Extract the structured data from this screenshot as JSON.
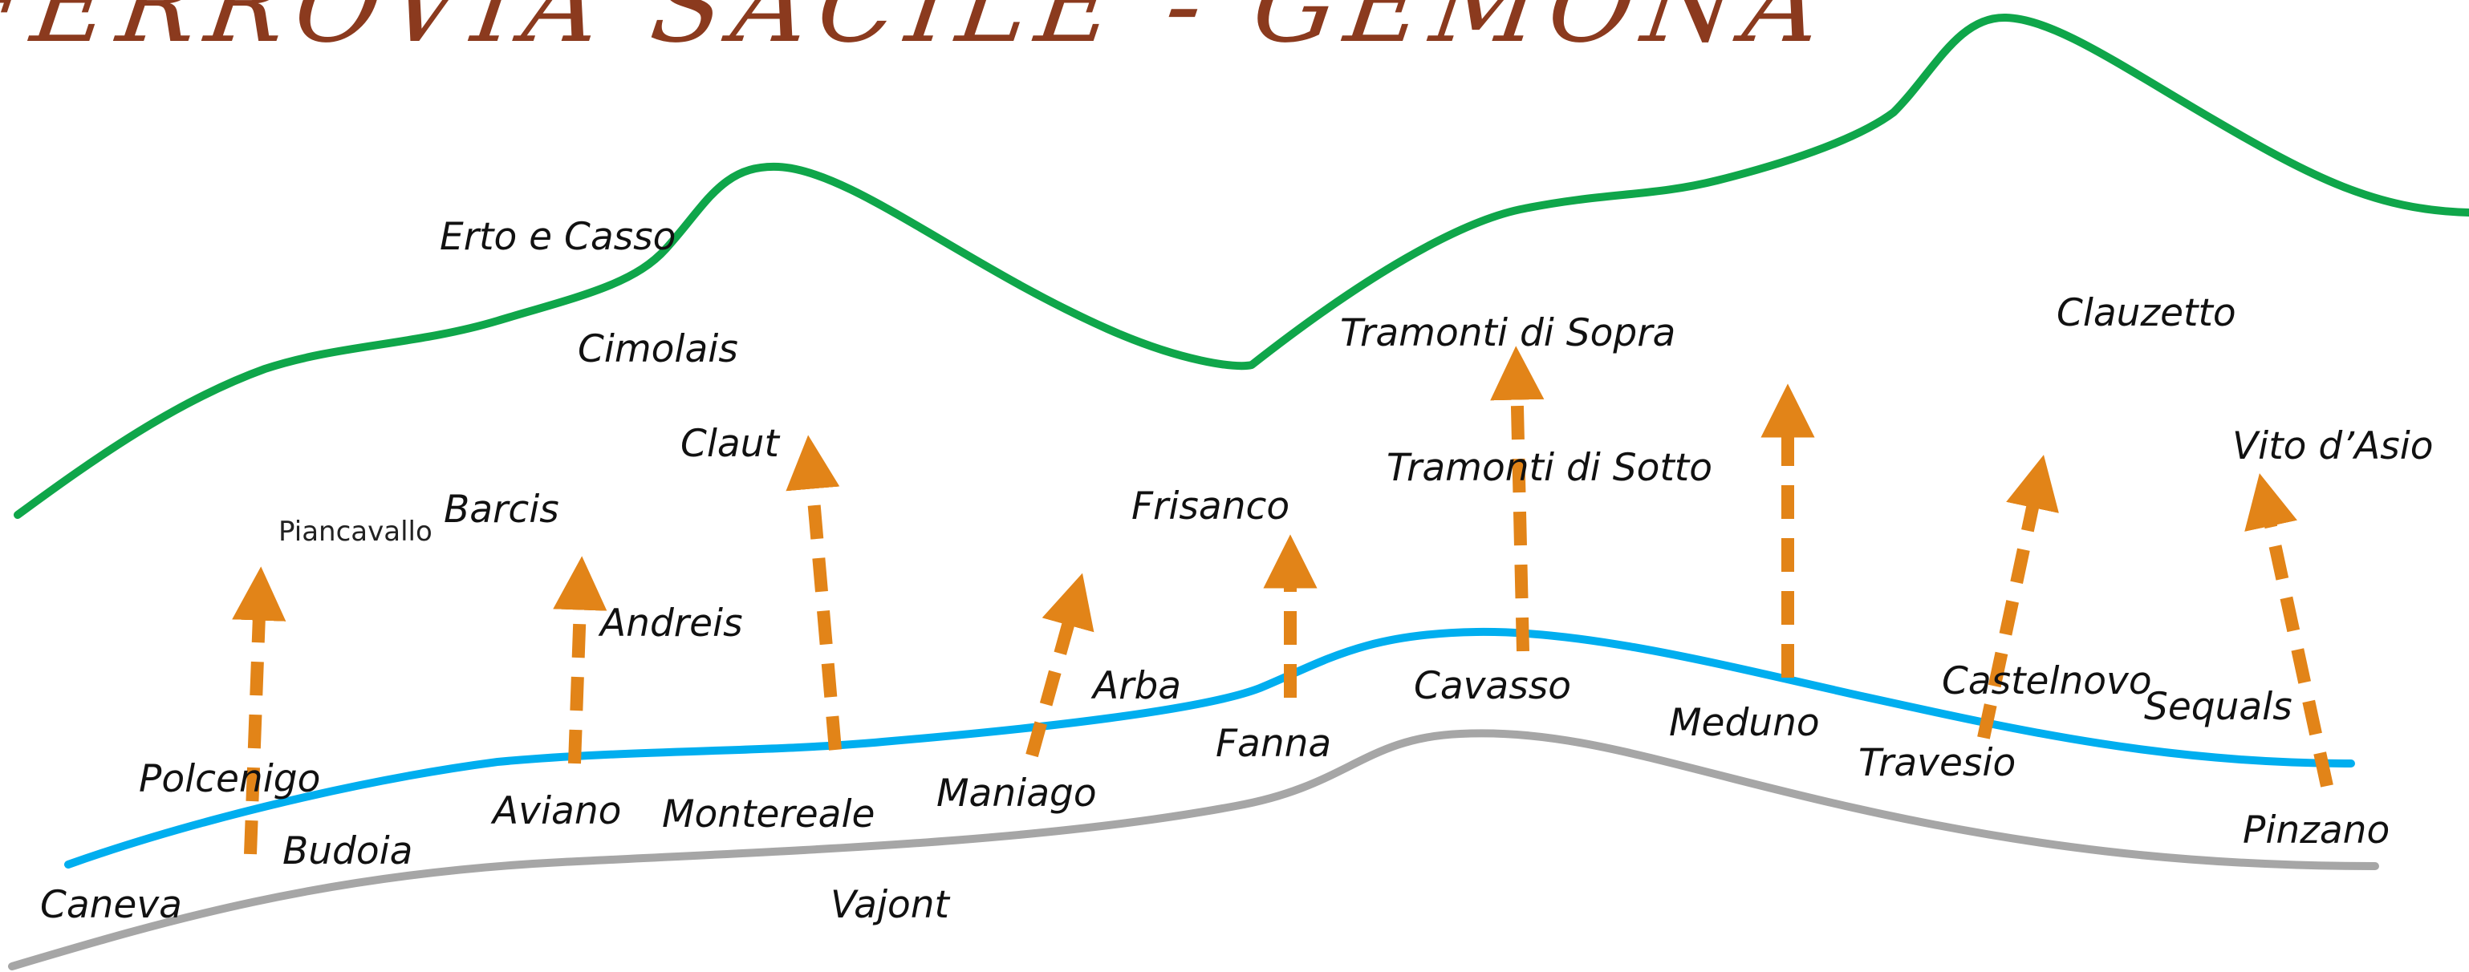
{
  "title": "FERROVIA SACILE - GEMONA",
  "colors": {
    "title": "#8b3a1e",
    "mountain": "#0fa64a",
    "railway": "#00aeef",
    "road": "#a6a6a6",
    "arrow": "#e28418",
    "text": "#111111"
  },
  "labels": {
    "erto_e_casso": "Erto e Casso",
    "cimolais": "Cimolais",
    "claut": "Claut",
    "barcis": "Barcis",
    "piancavallo": "Piancavallo",
    "andreis": "Andreis",
    "frisanco": "Frisanco",
    "tramonti_di_sopra": "Tramonti di Sopra",
    "tramonti_di_sotto": "Tramonti di Sotto",
    "clauzetto": "Clauzetto",
    "vito_dasio": "Vito d’Asio",
    "arba": "Arba",
    "cavasso": "Cavasso",
    "castelnovo": "Castelnovo",
    "sequals": "Sequals",
    "meduno": "Meduno",
    "fanna": "Fanna",
    "travesio": "Travesio",
    "polcenigo": "Polcenigo",
    "aviano": "Aviano",
    "montereale": "Montereale",
    "maniago": "Maniago",
    "budoia": "Budoia",
    "caneva": "Caneva",
    "vajont": "Vajont",
    "pinzano": "Pinzano"
  }
}
